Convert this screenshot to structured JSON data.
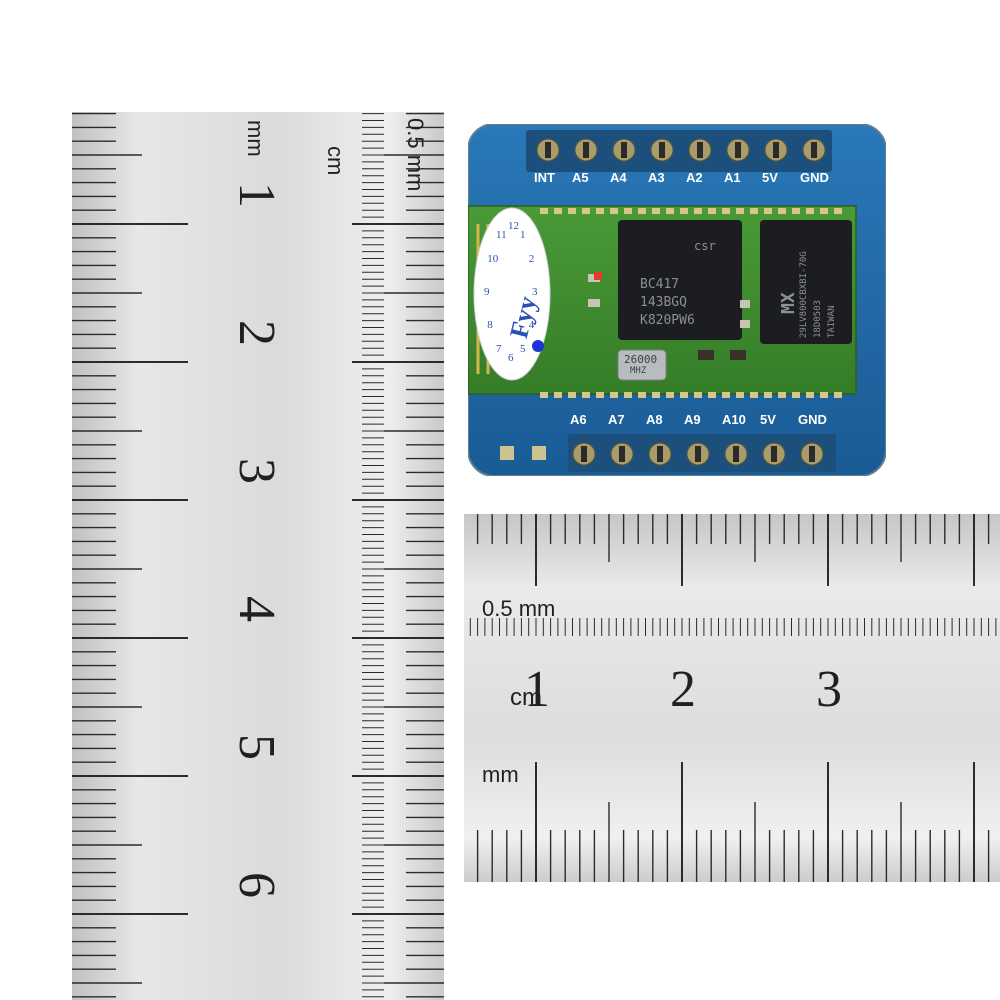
{
  "scene": {
    "vertical_ruler": {
      "top_mm": "mm",
      "top_cm": "cm",
      "half_mm": "0.5 mm",
      "numbers": [
        "1",
        "2",
        "3",
        "4",
        "5",
        "6"
      ]
    },
    "horizontal_ruler": {
      "half_mm": "0.5 mm",
      "cm": "cm",
      "mm": "mm",
      "numbers": [
        "1",
        "2",
        "3"
      ]
    },
    "board": {
      "top_pins": [
        "INT",
        "A5",
        "A4",
        "A3",
        "A2",
        "A1",
        "5V",
        "GND"
      ],
      "bottom_pins": [
        "A6",
        "A7",
        "A8",
        "A9",
        "A10",
        "5V",
        "GND"
      ],
      "chip_main": [
        "csr",
        "BC417",
        "143BGQ",
        "K820PW6"
      ],
      "chip_flash": [
        "MX",
        "29LV800CBXBI-70G",
        "18D0503",
        "TAIWAN"
      ],
      "crystal": [
        "26000",
        "MHZ"
      ],
      "sticker": {
        "brand": "Fyy",
        "digits": [
          "1",
          "2",
          "3",
          "4",
          "5",
          "6",
          "7",
          "8",
          "9",
          "10",
          "11",
          "12"
        ]
      }
    },
    "colors": {
      "pcb_blue": "#1f67a6",
      "module_green": "#3d8a2e",
      "chip_black": "#1c1d20",
      "ruler_steel": "#dcdddd"
    }
  }
}
